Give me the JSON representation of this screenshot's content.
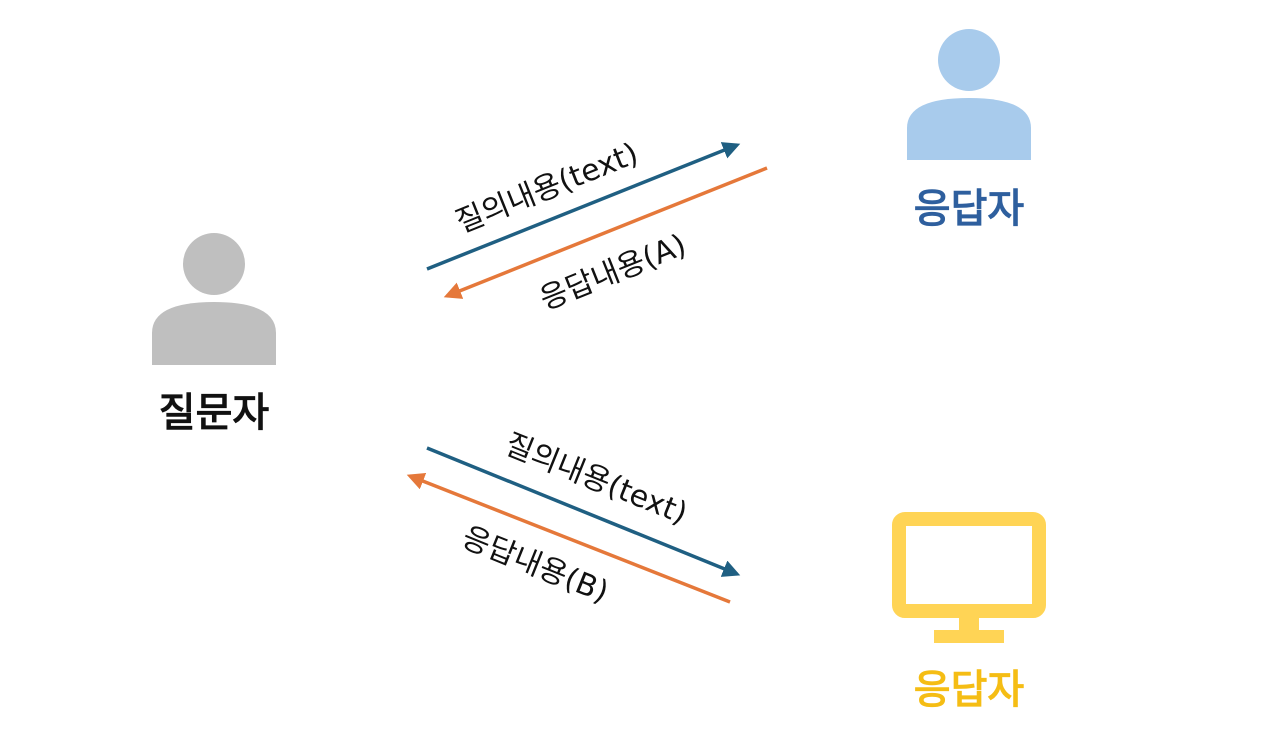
{
  "colors": {
    "questioner": "#bfbfbf",
    "human_responder": "#a8cbec",
    "human_responder_label": "#2e5f9e",
    "machine_responder": "#ffd455",
    "machine_responder_label": "#f5bd14",
    "question_arrow": "#1f5f82",
    "answer_arrow": "#e5783a",
    "questioner_label": "#111111"
  },
  "questioner": {
    "icon": "person-icon",
    "label": "질문자"
  },
  "human_responder": {
    "icon": "person-icon",
    "label": "응답자"
  },
  "machine_responder": {
    "icon": "monitor-icon",
    "label": "응답자"
  },
  "exchanges": {
    "human": {
      "question_label": "질의내용(text)",
      "answer_label": "응답내용(A)"
    },
    "machine": {
      "question_label": "질의내용(text)",
      "answer_label": "응답내용(B)"
    }
  }
}
